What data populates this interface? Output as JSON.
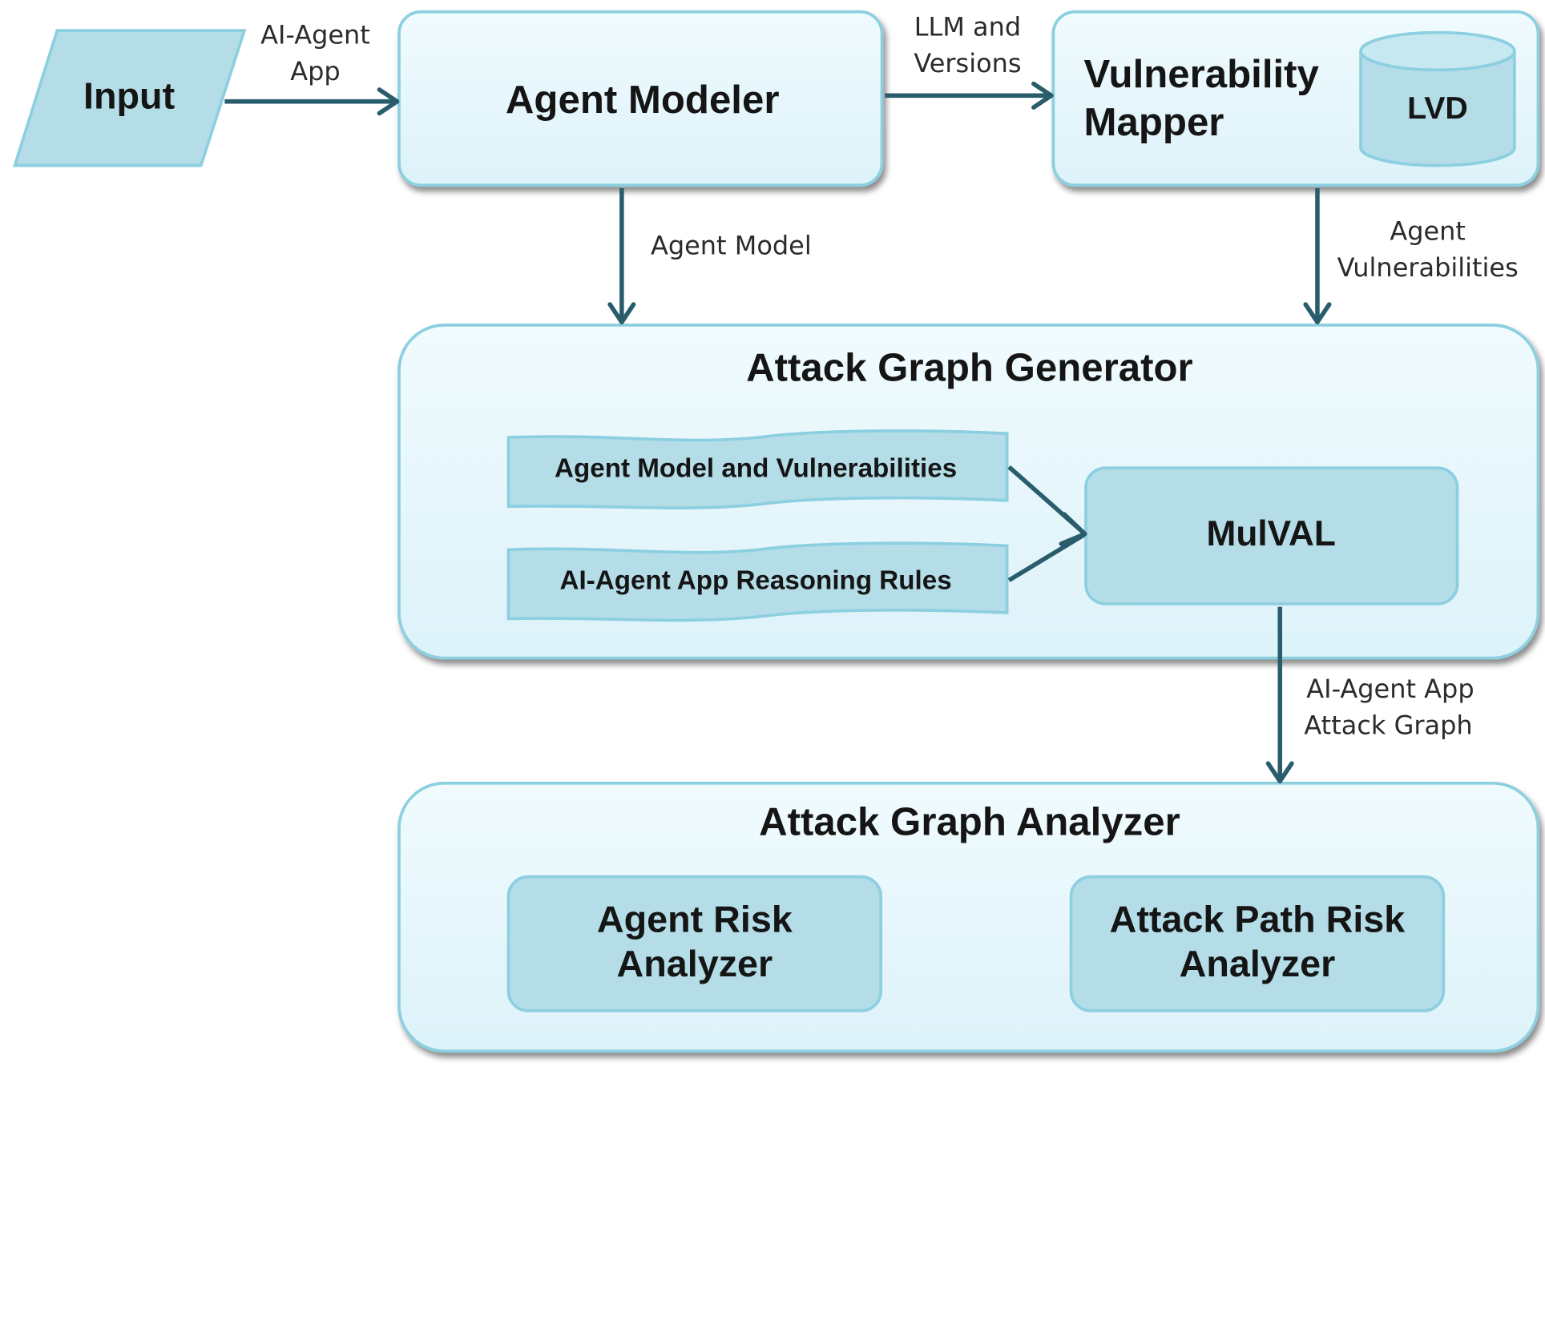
{
  "nodes": {
    "input": "Input",
    "agent_modeler": "Agent Modeler",
    "vulnerability_mapper": [
      "Vulnerability",
      "Mapper"
    ],
    "lvd": "LVD",
    "attack_graph_generator": "Attack Graph Generator",
    "agent_model_and_vulnerabilities": "Agent Model and Vulnerabilities",
    "reasoning_rules": "AI-Agent App Reasoning Rules",
    "mulval": "MulVAL",
    "attack_graph_analyzer": "Attack Graph Analyzer",
    "agent_risk_analyzer": [
      "Agent Risk",
      "Analyzer"
    ],
    "attack_path_risk_analyzer": [
      "Attack Path Risk",
      "Analyzer"
    ]
  },
  "edges": {
    "input_to_modeler": [
      "AI-Agent",
      "App"
    ],
    "modeler_to_mapper": [
      "LLM and",
      "Versions"
    ],
    "modeler_to_generator": "Agent Model",
    "mapper_to_generator": [
      "Agent",
      "Vulnerabilities"
    ],
    "generator_to_analyzer": [
      "AI-Agent App",
      "Attack Graph"
    ]
  },
  "colors": {
    "box_fill": "#e3f5fb",
    "inner_fill": "#b4dde8",
    "border": "#8ccfe0",
    "arrow": "#2a5d6c"
  }
}
